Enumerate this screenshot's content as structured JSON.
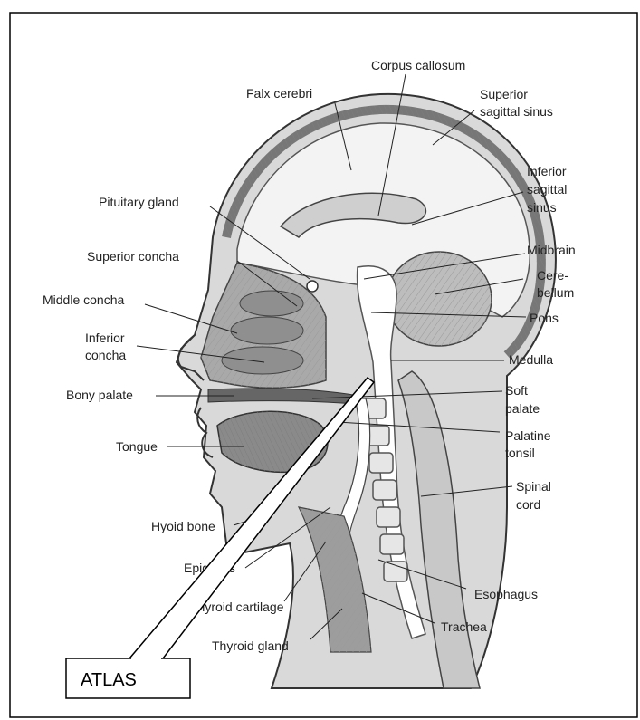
{
  "diagram": {
    "labels": {
      "corpus_callosum": "Corpus callosum",
      "falx_cerebri": "Falx cerebri",
      "superior_sagittal_sinus_1": "Superior",
      "superior_sagittal_sinus_2": "sagittal sinus",
      "pituitary_gland": "Pituitary gland",
      "inferior_sagittal_sinus_1": "Inferior",
      "inferior_sagittal_sinus_2": "sagittal",
      "inferior_sagittal_sinus_3": "sinus",
      "superior_concha": "Superior concha",
      "midbrain": "Midbrain",
      "cerebellum_1": "Cere-",
      "cerebellum_2": "bellum",
      "middle_concha": "Middle concha",
      "pons": "Pons",
      "inferior_concha_1": "Inferior",
      "inferior_concha_2": "concha",
      "medulla": "Medulla",
      "bony_palate": "Bony palate",
      "soft_palate_1": "Soft",
      "soft_palate_2": "palate",
      "palatine_tonsil_1": "Palatine",
      "palatine_tonsil_2": "tonsil",
      "tongue": "Tongue",
      "spinal_cord_1": "Spinal",
      "spinal_cord_2": "cord",
      "hyoid_bone": "Hyoid bone",
      "epiglottis": "Epiglottis",
      "esophagus": "Esophagus",
      "thyroid_cartilage": "Thyroid cartilage",
      "trachea": "Trachea",
      "thyroid_gland": "Thyroid gland"
    },
    "callout": {
      "text": "ATLAS"
    }
  }
}
